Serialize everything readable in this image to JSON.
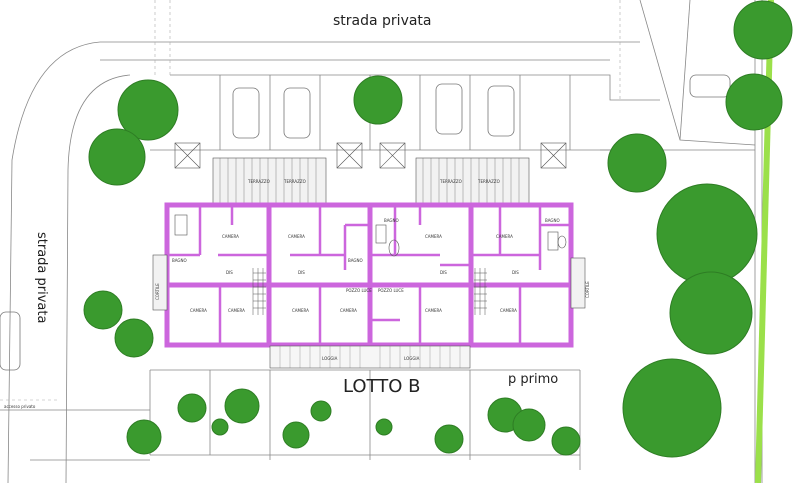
{
  "labels": {
    "strada_privata_top": "strada privata",
    "strada_privata_left": "strada privata",
    "accesso_privato": "accesso privato",
    "lotto": "LOTTO B",
    "piano": "p primo",
    "terrazzo": "TERRAZZO",
    "camera": "CAMERA",
    "bagno": "BAGNO",
    "dis": "DIS",
    "loggia": "LOGGIA",
    "pozzo_luce": "POZZO LUCE",
    "cortile": "CORTILE"
  },
  "colors": {
    "walls": "#cc66dd",
    "trees": "#3a9a2e",
    "tree_stroke": "#2e7d24",
    "green_strip": "#9be04a",
    "lines": "#777777"
  }
}
